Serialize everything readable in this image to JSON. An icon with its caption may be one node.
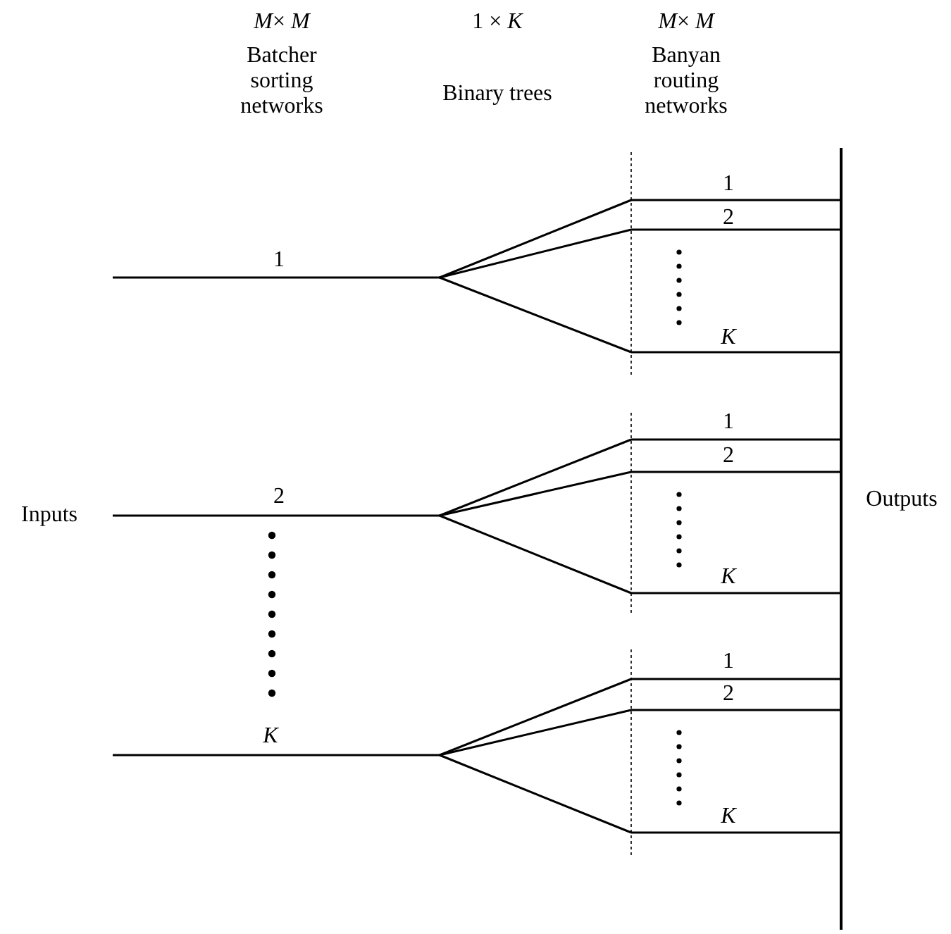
{
  "diagram": {
    "labels": [
      "*M*× *M*",
      "1 × *K*",
      "*M*× *M*",
      "Batcher sorting networks",
      "Binary trees",
      "Banyan routing networks",
      "1",
      "2",
      "1",
      "*K*",
      "1",
      "2",
      "2",
      "Inputs",
      "Outputs",
      "*K*",
      "1",
      "2",
      "*K*",
      "*K*"
    ]
  }
}
